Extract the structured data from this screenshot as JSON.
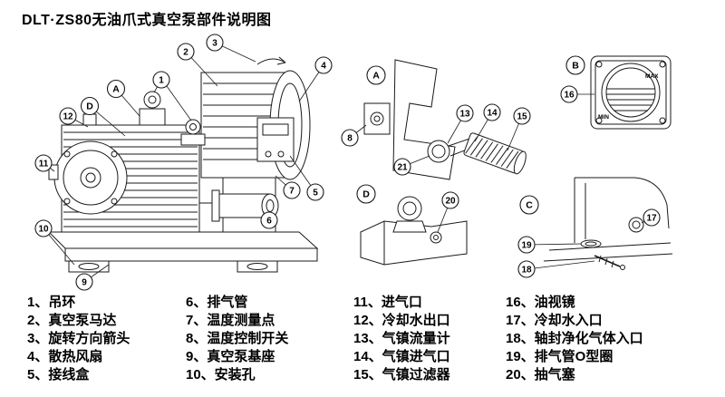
{
  "page": {
    "title": "DLT·ZS80无油爪式真空泵部件说明图"
  },
  "callouts": {
    "n1": "1",
    "n2": "2",
    "n3": "3",
    "n4": "4",
    "n5": "5",
    "n6": "6",
    "n7": "7",
    "n8": "8",
    "n9": "9",
    "n10": "10",
    "n11": "11",
    "n12": "12",
    "n13": "13",
    "n14": "14",
    "n15": "15",
    "n16": "16",
    "n17": "17",
    "n18": "18",
    "n19": "19",
    "n20": "20",
    "n21": "21",
    "viewA": "A",
    "viewB": "B",
    "viewC": "C",
    "viewD": "D"
  },
  "sight_glass": {
    "max": "MAX",
    "min": "MIN"
  },
  "legend": {
    "columns": [
      {
        "items": [
          "1、吊环",
          "2、真空泵马达",
          "3、旋转方向箭头",
          "4、散热风扇",
          "5、接线盒"
        ]
      },
      {
        "items": [
          "6、排气管",
          "7、温度测量点",
          "8、温度控制开关",
          "9、真空泵基座",
          "10、安装孔"
        ]
      },
      {
        "items": [
          "11、进气口",
          "12、冷却水出口",
          "13、气镇流量计",
          "14、气镇进气口",
          "15、气镇过滤器"
        ]
      },
      {
        "items": [
          "16、油视镜",
          "17、冷却水入口",
          "18、轴封净化气体入口",
          "19、排气管O型圈",
          "20、抽气塞"
        ]
      }
    ]
  }
}
